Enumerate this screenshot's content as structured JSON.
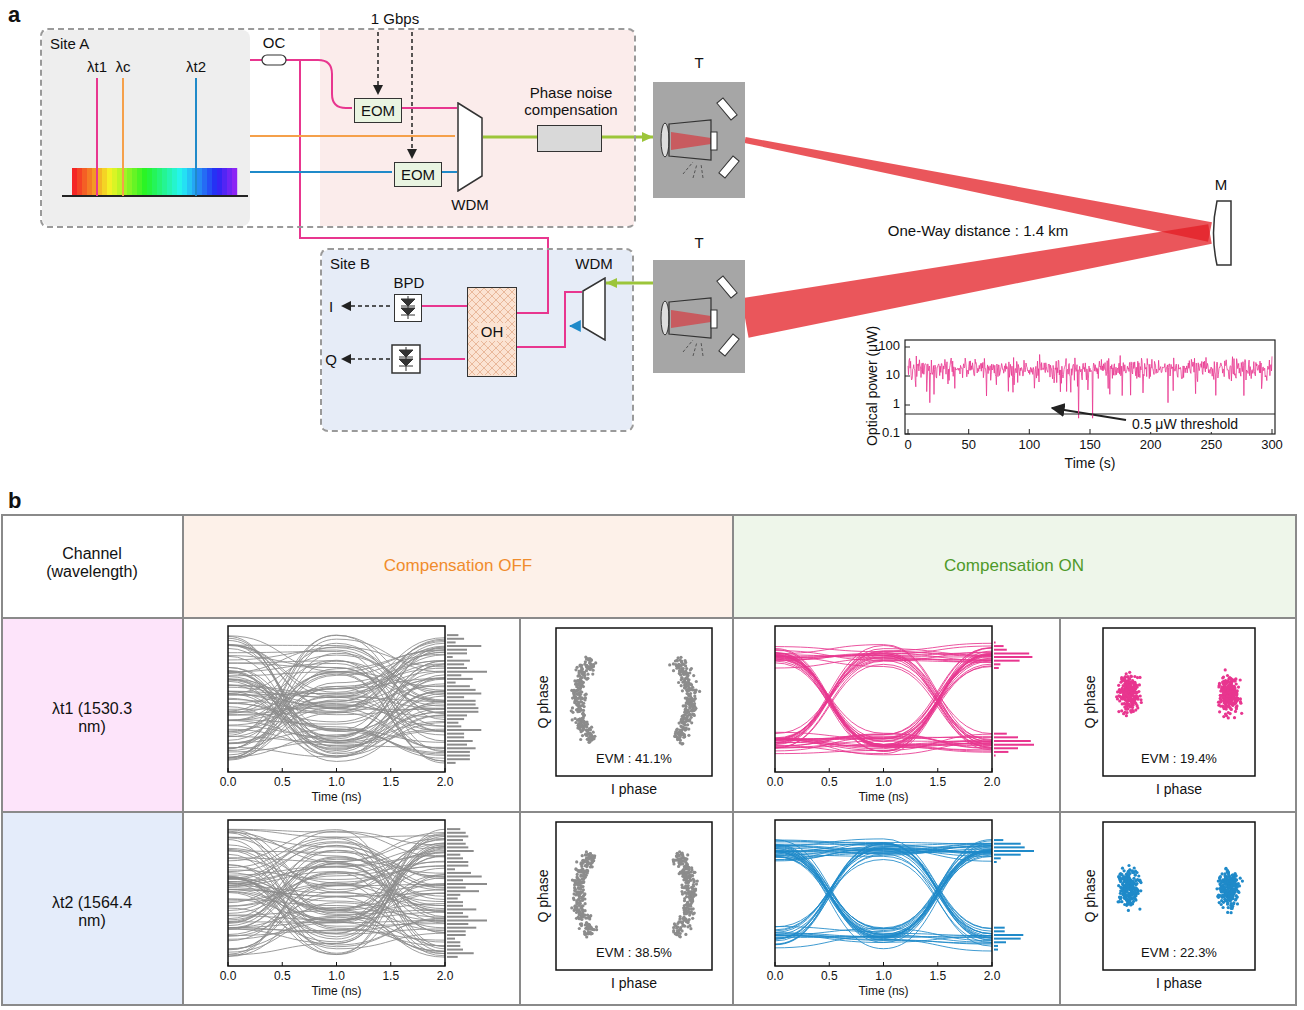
{
  "diagram": {
    "nodes": [
      {
        "text": [
          "Site A"
        ]
      },
      {
        "text": [
          "EOM"
        ],
        "in": 0
      },
      {
        "text": [
          "EOM"
        ],
        "in": 0
      },
      {
        "text": [
          "WDM"
        ],
        "in": 0
      },
      {
        "text": [
          "Phase noise compensation"
        ],
        "in": 0
      },
      {
        "text": [
          "T"
        ]
      },
      {
        "text": [
          "M"
        ]
      },
      {
        "text": [
          "Site B"
        ]
      },
      {
        "text": [
          "BPD"
        ],
        "in": 7
      },
      {
        "text": [
          "OH"
        ],
        "in": 7
      },
      {
        "text": [
          "WDM"
        ],
        "in": 7
      },
      {
        "text": [
          "T"
        ]
      }
    ],
    "edges": [
      {
        "from": 1,
        "to": 3,
        "arrow": "none"
      },
      {
        "from": 2,
        "to": 3,
        "arrow": "none"
      },
      {
        "from": 3,
        "to": 4,
        "arrow": "none"
      },
      {
        "from": 4,
        "to": 5,
        "arrow": "to"
      },
      {
        "from": 5,
        "to": 6,
        "arrow": "none"
      },
      {
        "from": 6,
        "to": 11,
        "arrow": "none"
      },
      {
        "from": 11,
        "to": 10,
        "arrow": "to"
      },
      {
        "from": 10,
        "to": 9,
        "arrow": "none"
      },
      {
        "from": 9,
        "to": 8,
        "arrow": "none"
      }
    ],
    "labels": [
      "a",
      "1 Gbps",
      "λt1",
      "λc",
      "λt2",
      "OC",
      "One-Way distance : 1.4 km",
      "I",
      "Q",
      "Optical power (μW)",
      "100",
      "10",
      "1",
      "0.1",
      "0",
      "50",
      "100",
      "150",
      "200",
      "250",
      "300",
      "Time (s)",
      "0.5 μW threshold",
      "b",
      "Channel (wavelength)",
      "Compensation OFF",
      "Compensation ON",
      "λt1 (1530.3 nm)",
      "0.0",
      "0.5",
      "1.0",
      "1.5",
      "2.0",
      "Time (ns)",
      "Q phase",
      "EVM : 41.1%",
      "I phase",
      "0.0",
      "0.5",
      "1.0",
      "1.5",
      "2.0",
      "Time (ns)",
      "Q phase",
      "EVM : 19.4%",
      "I phase",
      "λt2 (1564.4 nm)",
      "0.0",
      "0.5",
      "1.0",
      "1.5",
      "2.0",
      "Time (ns)",
      "Q phase",
      "EVM : 38.5%",
      "I phase",
      "0.0",
      "0.5",
      "1.0",
      "1.5",
      "2.0",
      "Time (ns)",
      "Q phase",
      "EVM : 22.3%",
      "I phase"
    ]
  }
}
